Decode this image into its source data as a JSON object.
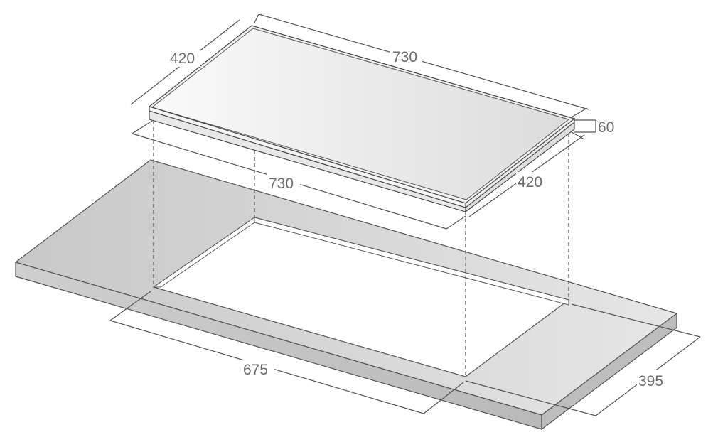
{
  "hob": {
    "width_top": "730",
    "depth_top": "420",
    "width_base": "730",
    "depth_base": "420",
    "height": "60"
  },
  "cutout": {
    "width": "675",
    "depth": "395"
  }
}
